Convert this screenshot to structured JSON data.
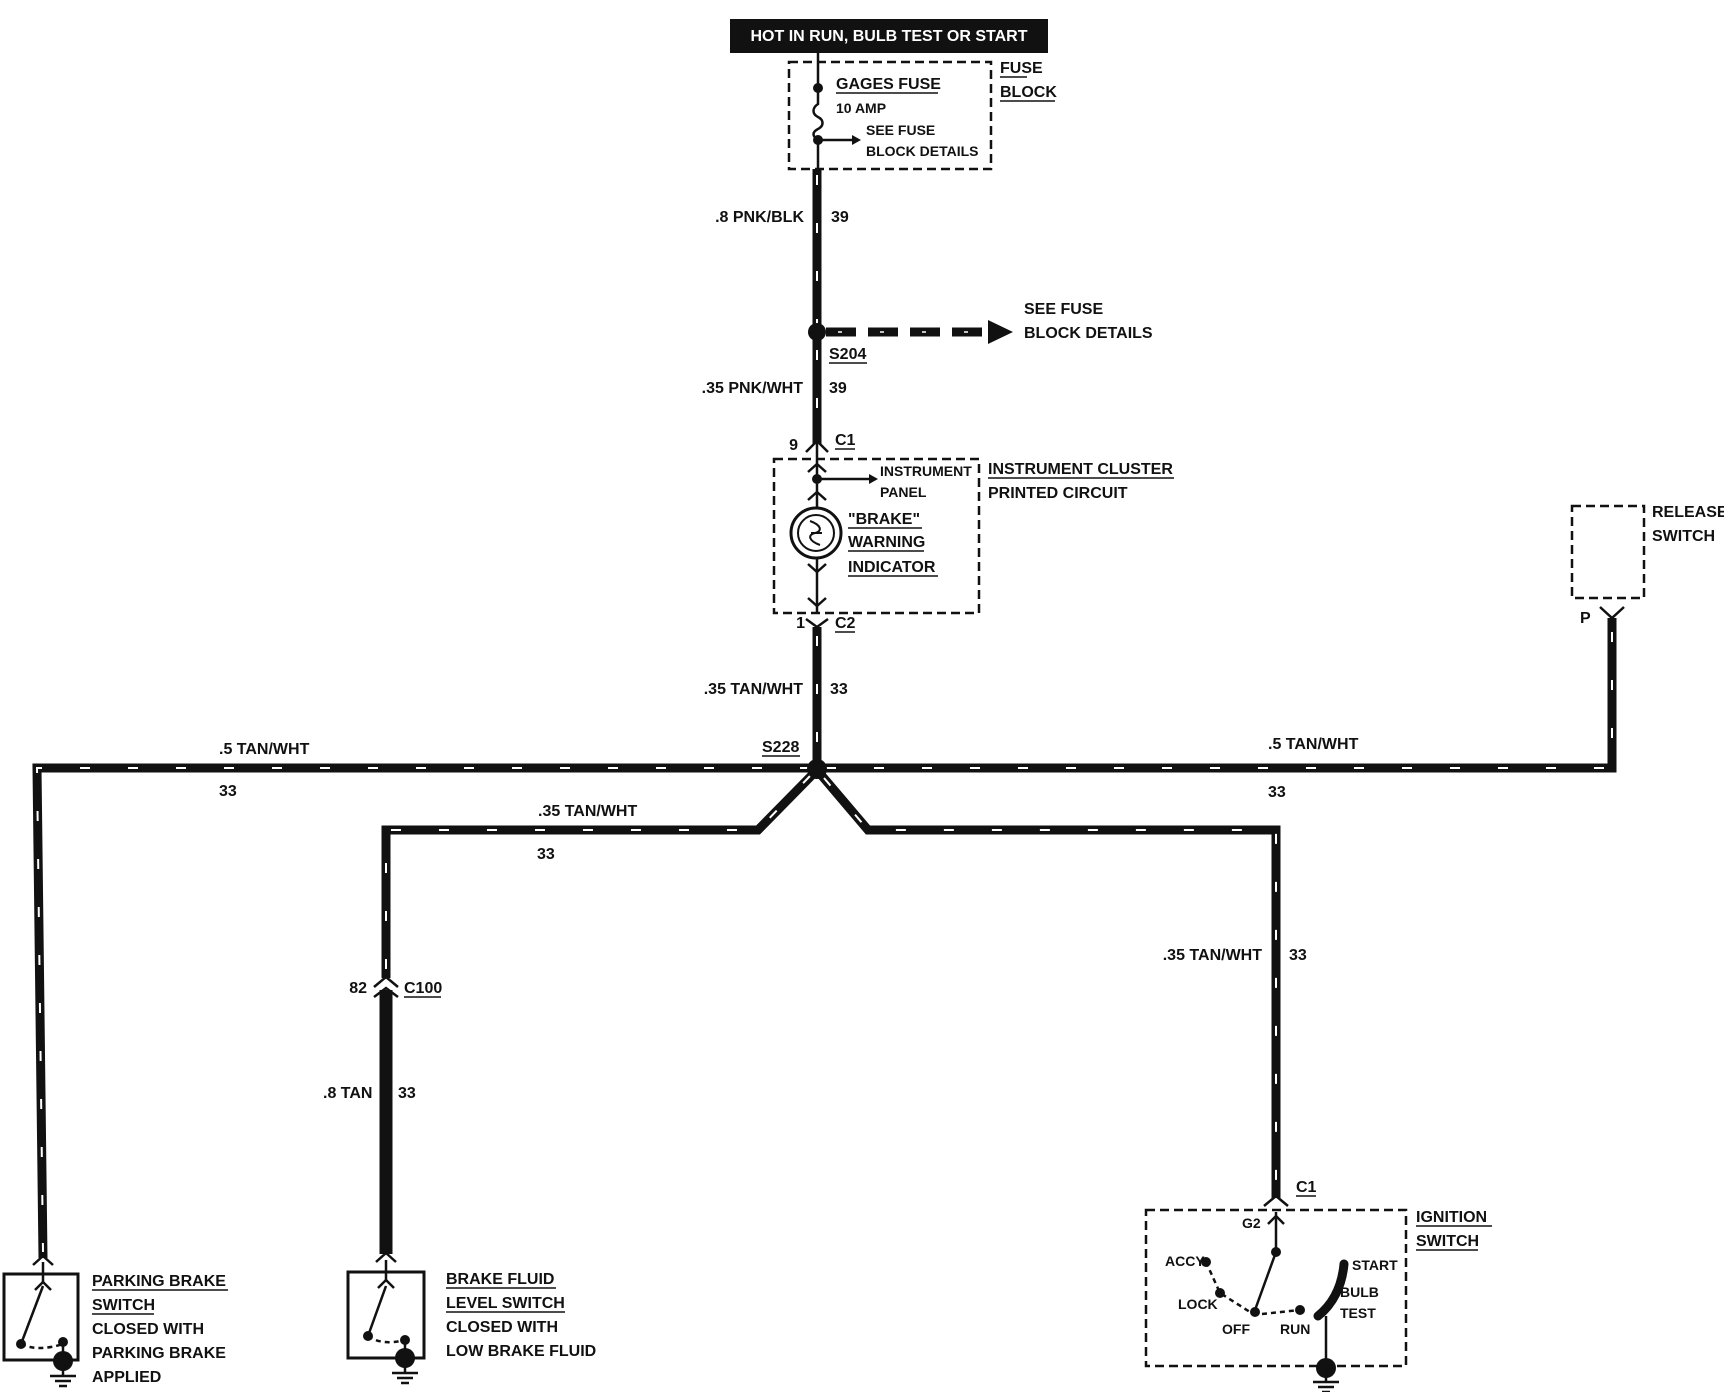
{
  "header": {
    "text": "HOT IN RUN, BULB TEST OR START"
  },
  "fuse_block": {
    "label_line1": "FUSE",
    "label_line2": "BLOCK",
    "fuse_name": "GAGES FUSE",
    "fuse_rating": "10 AMP",
    "see_line1": "SEE FUSE",
    "see_line2": "BLOCK DETAILS"
  },
  "wire_top": {
    "gauge_color": ".8 PNK/BLK",
    "circuit": "39"
  },
  "splice_s204": {
    "id": "S204",
    "see_line1": "SEE FUSE",
    "see_line2": "BLOCK DETAILS"
  },
  "wire_s204_c1": {
    "gauge_color": ".35 PNK/WHT",
    "circuit": "39"
  },
  "cluster": {
    "c1_pin": "9",
    "c1_name": "C1",
    "panel_line1": "INSTRUMENT",
    "panel_line2": "PANEL",
    "title_line1": "INSTRUMENT CLUSTER",
    "title_line2": "PRINTED CIRCUIT",
    "indicator_line1": "\"BRAKE\"",
    "indicator_line2": "WARNING",
    "indicator_line3": "INDICATOR",
    "c2_pin": "1",
    "c2_name": "C2"
  },
  "wire_c2_s228": {
    "gauge_color": ".35 TAN/WHT",
    "circuit": "33"
  },
  "splice_s228": {
    "id": "S228"
  },
  "wire_left": {
    "gauge_color": ".5 TAN/WHT",
    "circuit": "33"
  },
  "wire_right": {
    "gauge_color": ".5 TAN/WHT",
    "circuit": "33"
  },
  "wire_mid_left": {
    "gauge_color": ".35 TAN/WHT",
    "circuit": "33"
  },
  "wire_ignition": {
    "gauge_color": ".35 TAN/WHT",
    "circuit": "33"
  },
  "c100": {
    "pin": "82",
    "name": "C100"
  },
  "wire_fluid": {
    "gauge_color": ".8 TAN",
    "circuit": "33"
  },
  "release_switch": {
    "line1": "RELEASE",
    "line2": "SWITCH",
    "pin": "P"
  },
  "parking_brake": {
    "line1": "PARKING BRAKE",
    "line2": "SWITCH",
    "line3": "CLOSED WITH",
    "line4": "PARKING BRAKE",
    "line5": "APPLIED"
  },
  "brake_fluid": {
    "line1": "BRAKE FLUID",
    "line2": "LEVEL SWITCH",
    "line3": "CLOSED WITH",
    "line4": "LOW BRAKE FLUID"
  },
  "ignition": {
    "c1_name": "C1",
    "pin": "G2",
    "title_line1": "IGNITION",
    "title_line2": "SWITCH",
    "accy": "ACCY",
    "lock": "LOCK",
    "off": "OFF",
    "run": "RUN",
    "start": "START",
    "bulb": "BULB",
    "test": "TEST"
  }
}
